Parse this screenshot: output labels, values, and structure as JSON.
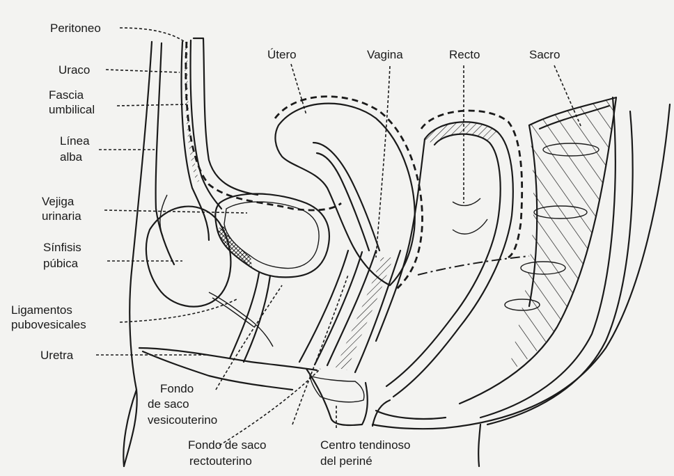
{
  "labels": {
    "peritoneo": "Peritoneo",
    "uraco": "Uraco",
    "fascia_1": "Fascia",
    "fascia_2": "umbilical",
    "linea_1": "Línea",
    "linea_2": "alba",
    "vejiga_1": "Vejiga",
    "vejiga_2": "urinaria",
    "sinfisis_1": "Sínfisis",
    "sinfisis_2": "púbica",
    "ligamentos_1": "Ligamentos",
    "ligamentos_2": "pubovesicales",
    "uretra": "Uretra",
    "utero": "Útero",
    "vagina": "Vagina",
    "recto": "Recto",
    "sacro": "Sacro",
    "fondo_vesico_1": "Fondo",
    "fondo_vesico_2": "de saco",
    "fondo_vesico_3": "vesicouterino",
    "fondo_recto_1": "Fondo de saco",
    "fondo_recto_2": "rectouterino",
    "centro_1": "Centro tendinoso",
    "centro_2": "del periné"
  },
  "colors": {
    "background": "#f3f3f1",
    "ink": "#1a1a1a"
  }
}
